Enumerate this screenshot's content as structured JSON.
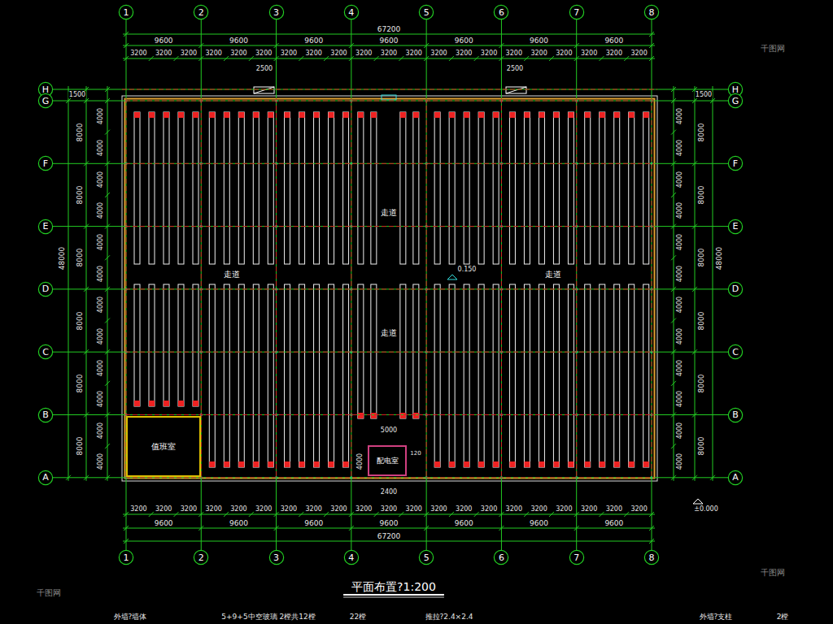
{
  "diagram": {
    "title": "平面布置?1:200",
    "nodes": [
      {
        "text": [
          "1"
        ]
      },
      {
        "text": [
          "2"
        ]
      },
      {
        "text": [
          "3"
        ]
      },
      {
        "text": [
          "4"
        ]
      },
      {
        "text": [
          "5"
        ]
      },
      {
        "text": [
          "6"
        ]
      },
      {
        "text": [
          "7"
        ]
      },
      {
        "text": [
          "8"
        ]
      },
      {
        "text": [
          "H"
        ]
      },
      {
        "text": [
          "H"
        ]
      },
      {
        "text": [
          "G"
        ]
      },
      {
        "text": [
          "G"
        ]
      },
      {
        "text": [
          "F"
        ]
      },
      {
        "text": [
          "F"
        ]
      },
      {
        "text": [
          "E"
        ]
      },
      {
        "text": [
          "E"
        ]
      },
      {
        "text": [
          "D"
        ]
      },
      {
        "text": [
          "D"
        ]
      },
      {
        "text": [
          "C"
        ]
      },
      {
        "text": [
          "C"
        ]
      },
      {
        "text": [
          "B"
        ]
      },
      {
        "text": [
          "B"
        ]
      },
      {
        "text": [
          "A"
        ]
      },
      {
        "text": [
          "A"
        ]
      },
      {
        "text": [
          "值班室"
        ]
      },
      {
        "text": [
          "配电室"
        ]
      },
      {
        "text": [
          "1"
        ]
      },
      {
        "text": [
          "2"
        ]
      },
      {
        "text": [
          "3"
        ]
      },
      {
        "text": [
          "4"
        ]
      },
      {
        "text": [
          "5"
        ]
      },
      {
        "text": [
          "6"
        ]
      },
      {
        "text": [
          "7"
        ]
      },
      {
        "text": [
          "8"
        ]
      }
    ],
    "edges": [
      {
        "from": 0,
        "to": 26,
        "arrow": "none"
      },
      {
        "from": 1,
        "to": 27,
        "arrow": "none"
      },
      {
        "from": 2,
        "to": 28,
        "arrow": "none"
      },
      {
        "from": 3,
        "to": 29,
        "arrow": "none"
      },
      {
        "from": 4,
        "to": 30,
        "arrow": "none"
      },
      {
        "from": 5,
        "to": 31,
        "arrow": "none"
      },
      {
        "from": 6,
        "to": 32,
        "arrow": "none"
      },
      {
        "from": 7,
        "to": 33,
        "arrow": "none"
      },
      {
        "from": 8,
        "to": 9,
        "arrow": "none"
      },
      {
        "from": 10,
        "to": 11,
        "arrow": "none"
      },
      {
        "from": 12,
        "to": 13,
        "arrow": "none"
      },
      {
        "from": 14,
        "to": 15,
        "arrow": "none"
      },
      {
        "from": 16,
        "to": 17,
        "arrow": "none"
      },
      {
        "from": 18,
        "to": 19,
        "arrow": "none"
      },
      {
        "from": 20,
        "to": 21,
        "arrow": "none"
      },
      {
        "from": 22,
        "to": 23,
        "arrow": "none"
      }
    ],
    "labels": [
      "67200",
      "9600",
      "9600",
      "9600",
      "9600",
      "9600",
      "9600",
      "9600",
      "3200",
      "3200",
      "3200",
      "3200",
      "3200",
      "3200",
      "3200",
      "3200",
      "3200",
      "3200",
      "3200",
      "3200",
      "3200",
      "3200",
      "3200",
      "3200",
      "3200",
      "3200",
      "3200",
      "3200",
      "3200",
      "2500",
      "2500",
      "48000",
      "1500",
      "8000",
      "8000",
      "8000",
      "8000",
      "8000",
      "8000",
      "4000",
      "4000",
      "4000",
      "4000",
      "4000",
      "4000",
      "4000",
      "4000",
      "4000",
      "4000",
      "4000",
      "4000",
      "48000",
      "1500",
      "8000",
      "8000",
      "8000",
      "8000",
      "8000",
      "8000",
      "4000",
      "4000",
      "4000",
      "4000",
      "4000",
      "4000",
      "4000",
      "4000",
      "4000",
      "4000",
      "4000",
      "4000",
      "走道",
      "走道",
      "走道",
      "走道",
      "0.150",
      "5000",
      "4000",
      "120",
      "2400",
      "3200",
      "3200",
      "3200",
      "3200",
      "3200",
      "3200",
      "3200",
      "3200",
      "3200",
      "3200",
      "3200",
      "3200",
      "3200",
      "3200",
      "3200",
      "3200",
      "3200",
      "3200",
      "3200",
      "3200",
      "3200",
      "9600",
      "9600",
      "9600",
      "9600",
      "9600",
      "9600",
      "9600",
      "67200",
      "±0.000",
      "外墙?墙体",
      "5+9+5中空玻璃 2樘共12樘",
      "22樘",
      "推拉?2.4×2.4",
      "外墙?支柱",
      "2樘",
      "千图网",
      "千图网",
      "千图网"
    ]
  }
}
